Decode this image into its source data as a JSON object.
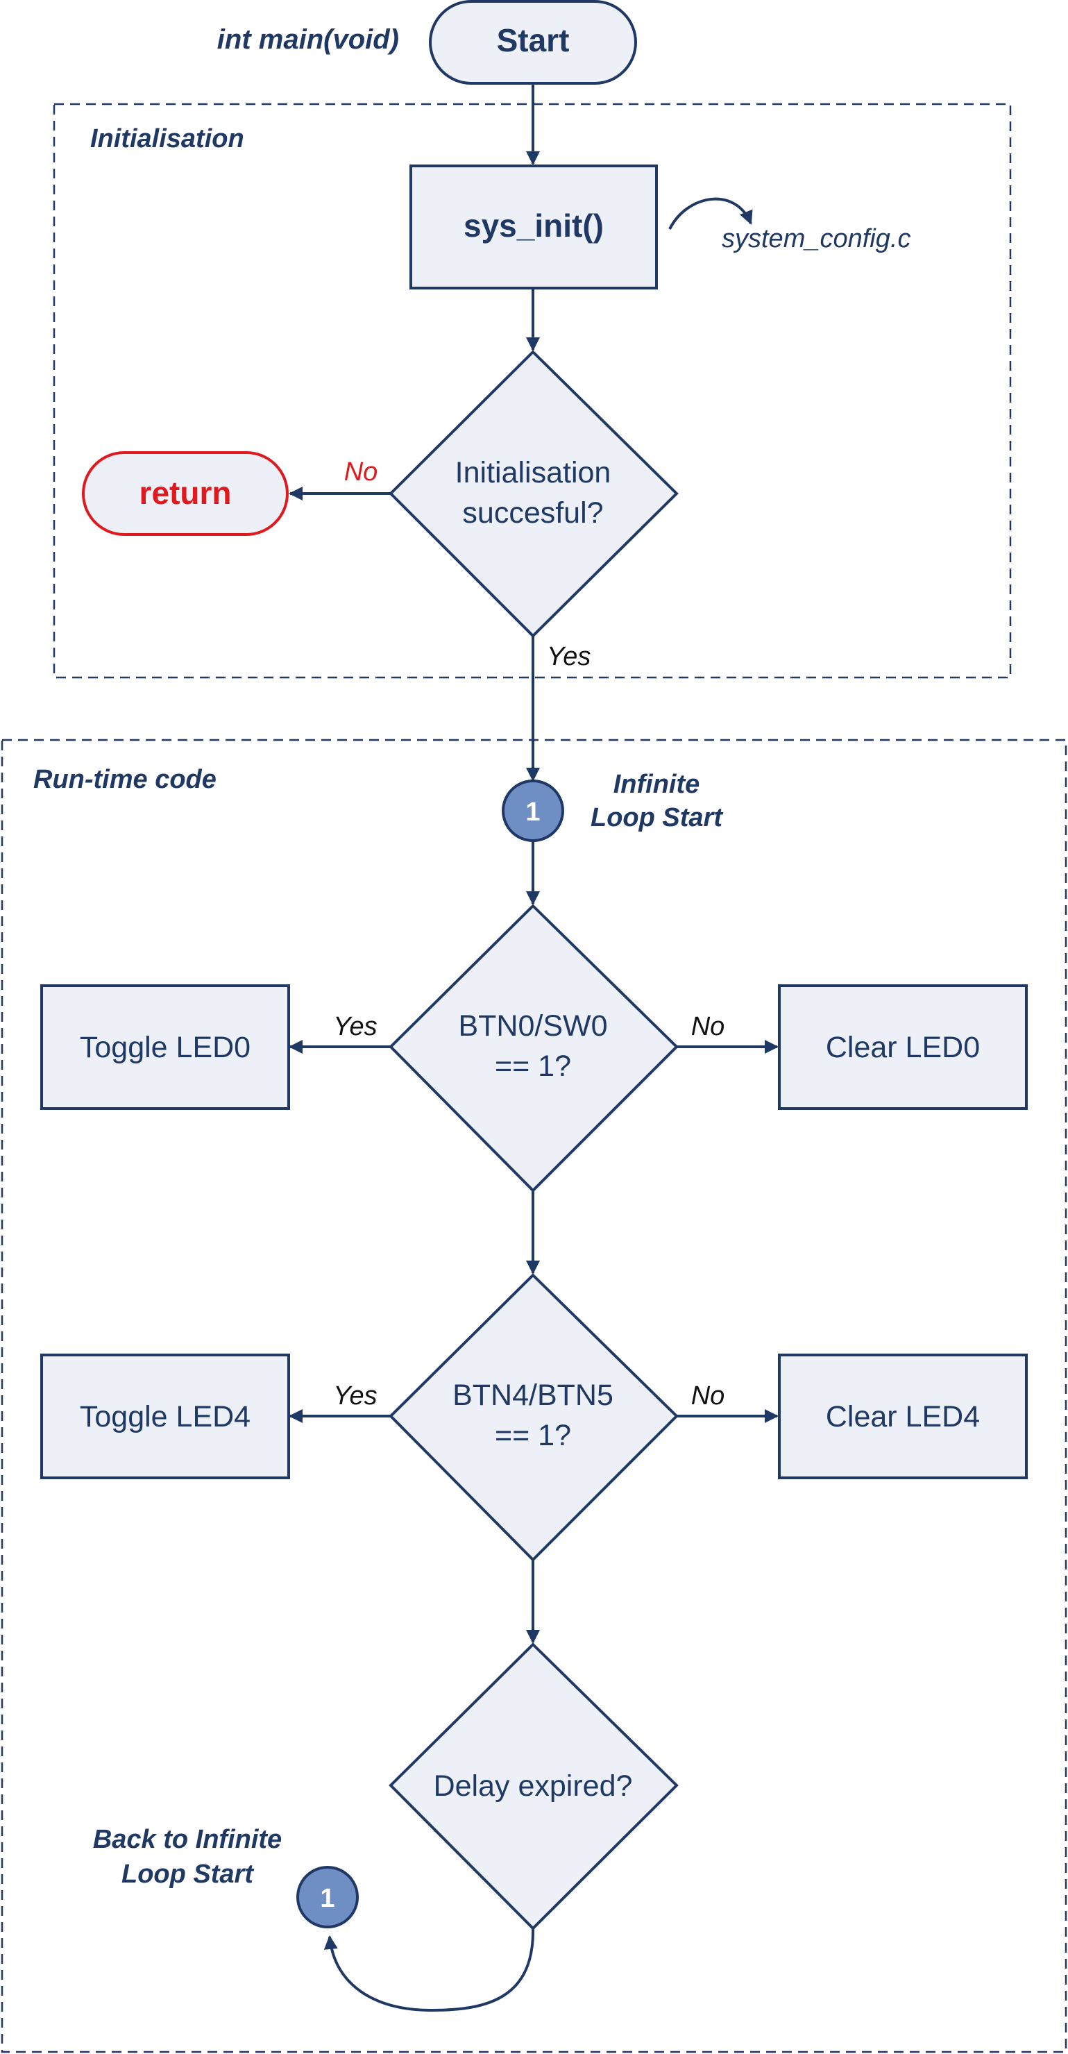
{
  "function_label": "int main(void)",
  "groups": {
    "init": {
      "label": "Initialisation"
    },
    "runtime": {
      "label": "Run-time code"
    }
  },
  "nodes": {
    "start": "Start",
    "sys_init": "sys_init()",
    "sys_init_ref": "system_config.c",
    "init_check": {
      "line1": "Initialisation",
      "line2": "succesful?"
    },
    "return": "return",
    "connector_top": "1",
    "loop_start": {
      "line1": "Infinite",
      "line2": "Loop Start"
    },
    "btn0_check": {
      "line1": "BTN0/SW0",
      "line2": "== 1?"
    },
    "toggle_led0": "Toggle LED0",
    "clear_led0": "Clear LED0",
    "btn4_check": {
      "line1": "BTN4/BTN5",
      "line2": "== 1?"
    },
    "toggle_led4": "Toggle LED4",
    "clear_led4": "Clear LED4",
    "delay_check": "Delay expired?",
    "connector_bottom": "1",
    "back_to_loop": {
      "line1": "Back to Infinite",
      "line2": "Loop Start"
    }
  },
  "edge_labels": {
    "init_no": "No",
    "init_yes": "Yes",
    "btn0_yes": "Yes",
    "btn0_no": "No",
    "btn4_yes": "Yes",
    "btn4_no": "No"
  },
  "colors": {
    "primary": "#1f3864",
    "node_fill": "#edf1f7",
    "error": "#e0191e",
    "connector": "#6f8ec4"
  }
}
